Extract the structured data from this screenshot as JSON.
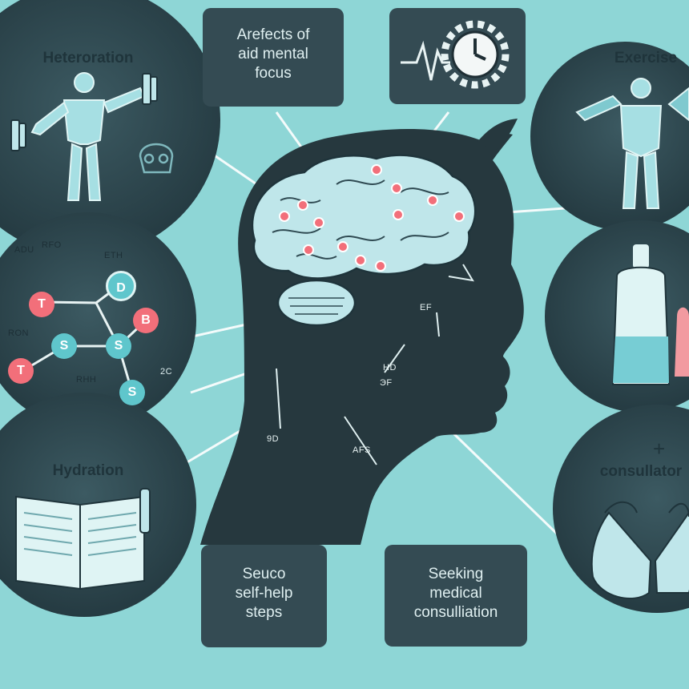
{
  "colors": {
    "background": "#8ed6d6",
    "circle_fill": "#2f4a52",
    "box_fill": "#344b53",
    "head": "#26383e",
    "brain": "#bfe6ea",
    "accent_red": "#f26f7a",
    "accent_teal": "#5fc6cc"
  },
  "boxes": {
    "top_center": [
      "Arefects of",
      "aid mental",
      "focus"
    ],
    "bottom_left": [
      "Seuco",
      "self-help",
      "steps"
    ],
    "bottom_right": [
      "Seeking",
      "medical",
      "consulliation"
    ]
  },
  "circles": {
    "top_left_title": "Heteroration",
    "top_right_title": "Exercise",
    "bottom_left_title": "Hydration",
    "bottom_right_title": "consullator",
    "bottom_right_plus": "+"
  },
  "network": {
    "labels": [
      "RFO",
      "ETH",
      "ADU",
      "RON",
      "RHH",
      "2C"
    ],
    "nodes": [
      "T",
      "D",
      "B",
      "T",
      "S",
      "S",
      "S"
    ]
  },
  "head_labels": [
    "EF",
    "HD",
    "ЭF",
    "9D",
    "AFS"
  ],
  "icons": [
    "dumbbell-icon",
    "skull-icon",
    "heartbeat-icon",
    "clock-gear-icon",
    "book-icon",
    "bottle-icon",
    "brain-icon"
  ]
}
